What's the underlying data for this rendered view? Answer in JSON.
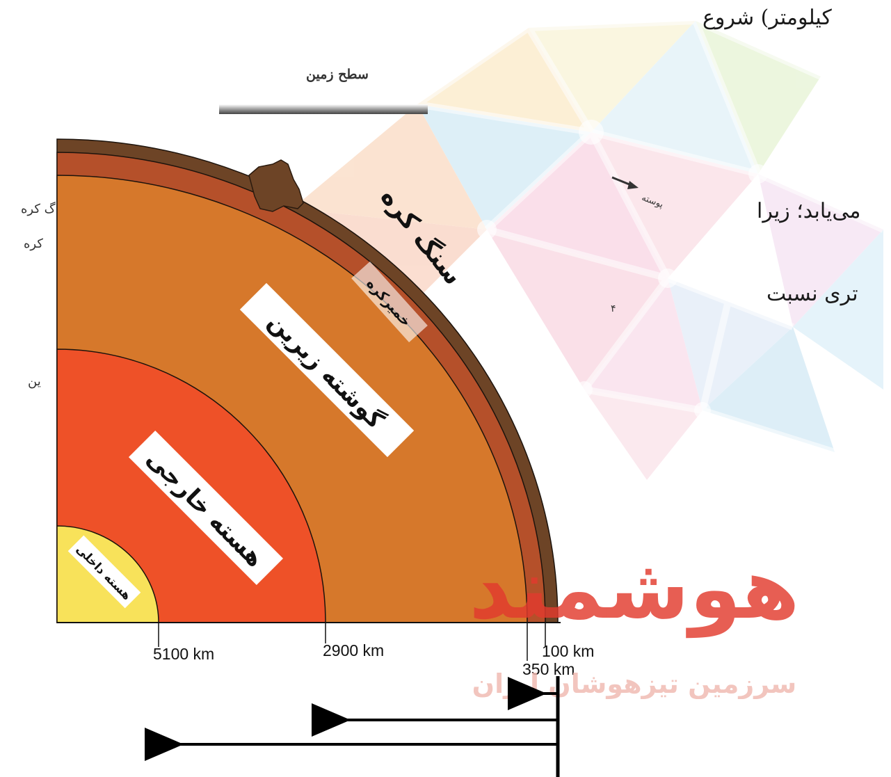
{
  "background_text": {
    "line1": "کیلومتر) شروع",
    "line2": "می‌یابد؛ زیرا",
    "line3": "تری نسبت"
  },
  "scan_fragments": {
    "earth_surface": "سطح زمین",
    "crust": "پوسته",
    "left_top": "گ کره",
    "left_mid": "کره",
    "left_low": "ین",
    "stray_mark": "۴"
  },
  "layers": {
    "lithosphere": "سنگ کره",
    "asthenosphere": "خمیرکره",
    "lower_mantle": "گوشته زیرین",
    "outer_core": "هسته خارجی",
    "inner_core": "هسته داخلی"
  },
  "depth_labels": {
    "d5100": "5100 km",
    "d2900": "2900 km",
    "d350": "350 km",
    "d100": "100 km"
  },
  "watermark": {
    "brand": "هوشمند",
    "tagline": "سرزمین تیزهوشان ایران"
  },
  "colors": {
    "inner_core": "#f8e25a",
    "outer_core": "#ee5128",
    "mantle": "#d6782b",
    "asthenosphere": "#b5502a",
    "lithosphere": "#6d4426",
    "watermark": "#e23b2e"
  }
}
